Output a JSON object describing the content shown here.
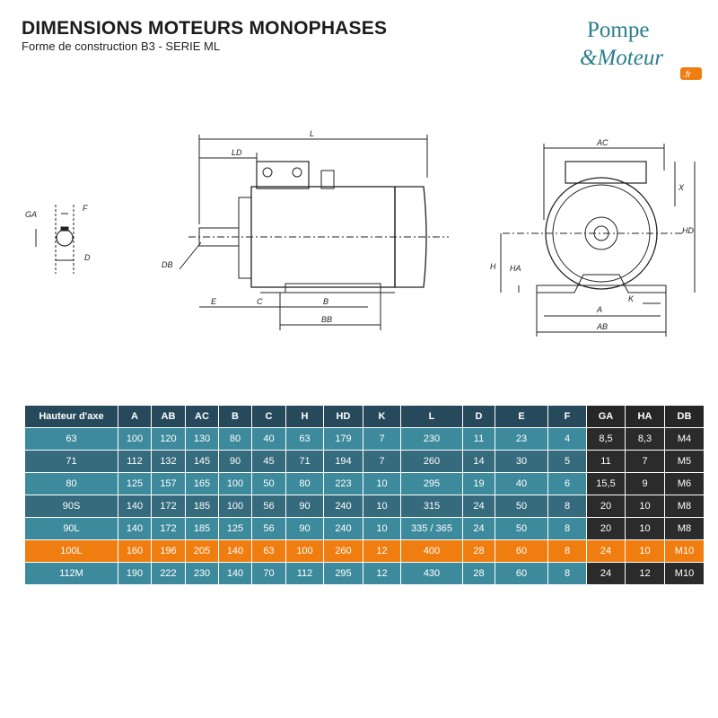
{
  "header": {
    "title": "DIMENSIONS MOTEURS MONOPHASES",
    "subtitle": "Forme de construction B3 - SERIE ML"
  },
  "logo": {
    "line1": "Pompe",
    "line2": "&Moteur",
    "suffix": ".fr"
  },
  "diagram_labels": {
    "L": "L",
    "LD": "LD",
    "GA": "GA",
    "F": "F",
    "D": "D",
    "DB": "DB",
    "E": "E",
    "C": "C",
    "B": "B",
    "BB": "BB",
    "AC": "AC",
    "X": "X",
    "HD": "HD",
    "H": "H",
    "HA": "HA",
    "A": "A",
    "K": "K",
    "AB": "AB"
  },
  "table": {
    "headers": [
      "Hauteur d'axe",
      "A",
      "AB",
      "AC",
      "B",
      "C",
      "H",
      "HD",
      "K",
      "L",
      "D",
      "E",
      "F",
      "GA",
      "HA",
      "DB"
    ],
    "rows": [
      [
        "63",
        "100",
        "120",
        "130",
        "80",
        "40",
        "63",
        "179",
        "7",
        "230",
        "11",
        "23",
        "4",
        "8,5",
        "8,3",
        "M4"
      ],
      [
        "71",
        "112",
        "132",
        "145",
        "90",
        "45",
        "71",
        "194",
        "7",
        "260",
        "14",
        "30",
        "5",
        "11",
        "7",
        "M5"
      ],
      [
        "80",
        "125",
        "157",
        "165",
        "100",
        "50",
        "80",
        "223",
        "10",
        "295",
        "19",
        "40",
        "6",
        "15,5",
        "9",
        "M6"
      ],
      [
        "90S",
        "140",
        "172",
        "185",
        "100",
        "56",
        "90",
        "240",
        "10",
        "315",
        "24",
        "50",
        "8",
        "20",
        "10",
        "M8"
      ],
      [
        "90L",
        "140",
        "172",
        "185",
        "125",
        "56",
        "90",
        "240",
        "10",
        "335 / 365",
        "24",
        "50",
        "8",
        "20",
        "10",
        "M8"
      ],
      [
        "100L",
        "160",
        "196",
        "205",
        "140",
        "63",
        "100",
        "260",
        "12",
        "400",
        "28",
        "60",
        "8",
        "24",
        "10",
        "M10"
      ],
      [
        "112M",
        "190",
        "222",
        "230",
        "140",
        "70",
        "112",
        "295",
        "12",
        "430",
        "28",
        "60",
        "8",
        "24",
        "12",
        "M10"
      ]
    ]
  },
  "colors": {
    "blue_header": "#264a5c",
    "teal_light": "#3d8a9c",
    "teal_dark": "#356b7d",
    "dark": "#2b2b2b",
    "highlight": "#f07d10"
  }
}
